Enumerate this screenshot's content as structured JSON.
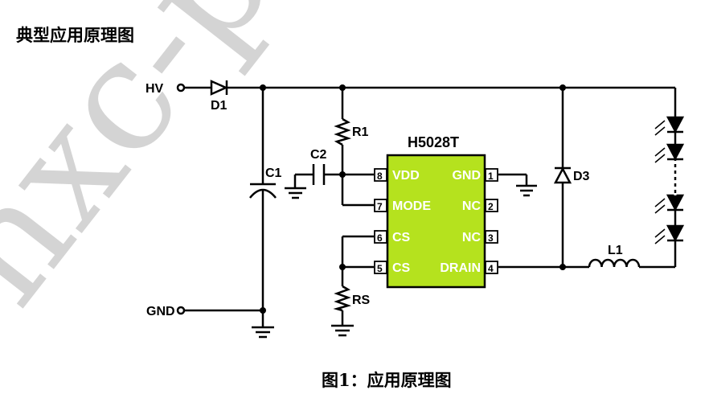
{
  "title": "典型应用原理图",
  "caption": "图1：应用原理图",
  "watermark": "hxc-pow",
  "chip": {
    "name": "H5028T",
    "color": "#b5e21e",
    "left_pins": [
      {
        "num": "8",
        "label": "VDD"
      },
      {
        "num": "7",
        "label": "MODE"
      },
      {
        "num": "6",
        "label": "CS"
      },
      {
        "num": "5",
        "label": "CS"
      }
    ],
    "right_pins": [
      {
        "num": "1",
        "label": "GND"
      },
      {
        "num": "2",
        "label": "NC"
      },
      {
        "num": "3",
        "label": "NC"
      },
      {
        "num": "4",
        "label": "DRAIN"
      }
    ]
  },
  "labels": {
    "hv": "HV",
    "gnd": "GND",
    "d1": "D1",
    "c1": "C1",
    "c2": "C2",
    "r1": "R1",
    "rs": "RS",
    "d3": "D3",
    "l1": "L1"
  }
}
